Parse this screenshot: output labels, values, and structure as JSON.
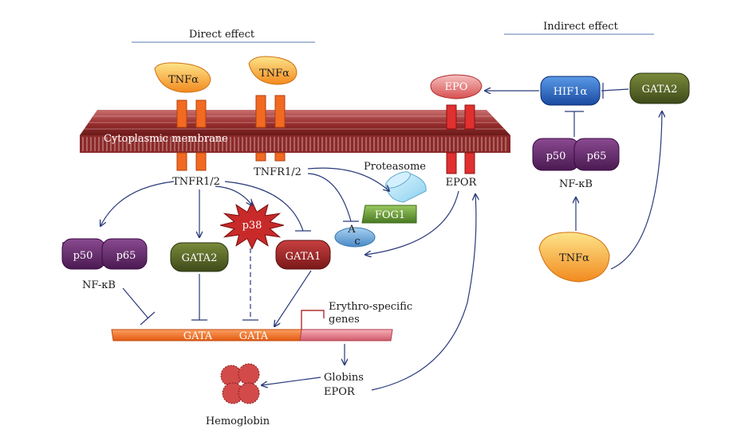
{
  "headers": {
    "direct": "Direct effect",
    "indirect": "Indirect effect"
  },
  "membrane": {
    "label": "Cytoplasmic membrane"
  },
  "ligands": {
    "tnf_left": "TNFα",
    "tnf_right": "TNFα",
    "tnf_indirect": "TNFα",
    "epo": "EPO"
  },
  "receptors": {
    "tnfr_left": "TNFR1/2",
    "tnfr_right": "TNFR1/2",
    "epor": "EPOR"
  },
  "factors": {
    "p50": "p50",
    "p65": "p65",
    "nfkb": "NF-κB",
    "gata2": "GATA2",
    "p38": "p38",
    "gata1": "GATA1",
    "fog1": "FOG1",
    "proteasome": "Proteasome",
    "ac_a": "A",
    "ac_c": "c",
    "hif1a": "HIF1α",
    "gata2_indirect": "GATA2",
    "p50_indirect": "p50",
    "p65_indirect": "p65",
    "nfkb_indirect": "NF-κB"
  },
  "dna": {
    "gata_site_1": "GATA",
    "gata_site_2": "GATA",
    "genes_line1": "Erythro-specific",
    "genes_line2": "genes"
  },
  "products": {
    "globins": "Globins",
    "epor": "EPOR",
    "hemoglobin": "Hemoglobin"
  },
  "colors": {
    "membrane": "#9c3a3a",
    "receptor_orange": "#f26a21",
    "receptor_red": "#e03030",
    "tnf_orange": "#f7a030",
    "purple": "#6a2a70",
    "olive": "#5a6a2a",
    "crimson": "#a82a2a",
    "fog_green": "#6a9a3a",
    "hif_blue": "#2a6ac8",
    "arrow": "#2a3a7a"
  }
}
